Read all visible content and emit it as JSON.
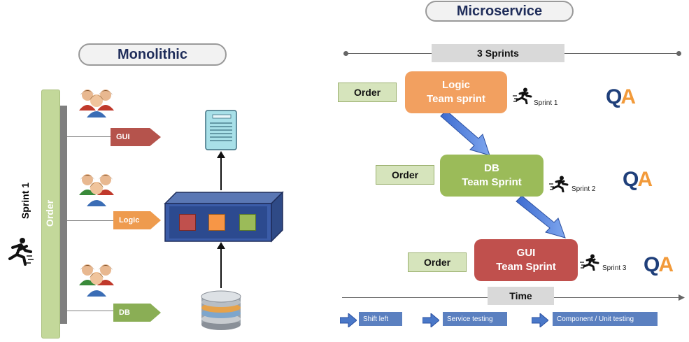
{
  "monolithic": {
    "title": "Monolithic",
    "sprint_label": "Sprint 1",
    "order_label": "Order",
    "tags": [
      {
        "label": "GUI",
        "color": "#b5534c"
      },
      {
        "label": "Logic",
        "color": "#ee9b4e"
      },
      {
        "label": "DB",
        "color": "#8aae55"
      }
    ],
    "module_colors": [
      "#c0504d",
      "#f79646",
      "#9bbb59"
    ]
  },
  "microservice": {
    "title": "Microservice",
    "sprints_label": "3 Sprints",
    "time_label": "Time",
    "rows": [
      {
        "order": "Order",
        "team_line1": "Logic",
        "team_line2": "Team sprint",
        "color": "#f2a060",
        "sprint": "Sprint 1"
      },
      {
        "order": "Order",
        "team_line1": "DB",
        "team_line2": "Team Sprint",
        "color": "#9bbb59",
        "sprint": "Sprint 2"
      },
      {
        "order": "Order",
        "team_line1": "GUI",
        "team_line2": "Team Sprint",
        "color": "#c0504d",
        "sprint": "Sprint 3"
      }
    ],
    "qa_logo": [
      "Q",
      "A"
    ]
  },
  "legend": [
    {
      "label": "Shift left"
    },
    {
      "label": "Service testing"
    },
    {
      "label": "Component / Unit testing"
    }
  ]
}
